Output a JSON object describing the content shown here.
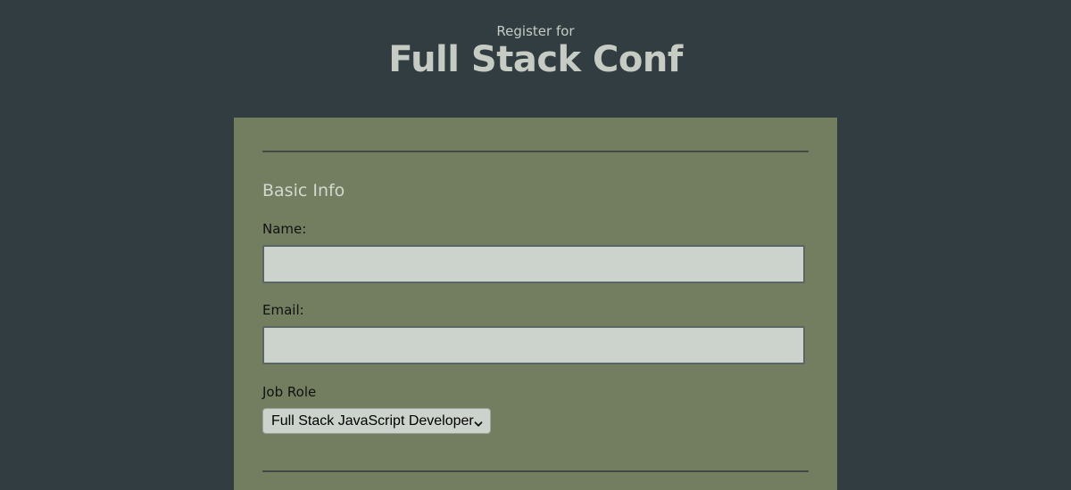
{
  "header": {
    "subtitle": "Register for",
    "title": "Full Stack Conf"
  },
  "form": {
    "section_title": "Basic Info",
    "name_label": "Name:",
    "name_value": "",
    "email_label": "Email:",
    "email_value": "",
    "job_role_label": "Job Role",
    "job_role_selected": "Full Stack JavaScript Developer"
  },
  "colors": {
    "page_background": "#323d41",
    "panel_background": "#737e60",
    "heading_text": "#c6ccc4",
    "input_background": "#cbd3cc",
    "rule": "#414a48"
  },
  "icons": {
    "select_caret": "chevron-down-icon"
  }
}
